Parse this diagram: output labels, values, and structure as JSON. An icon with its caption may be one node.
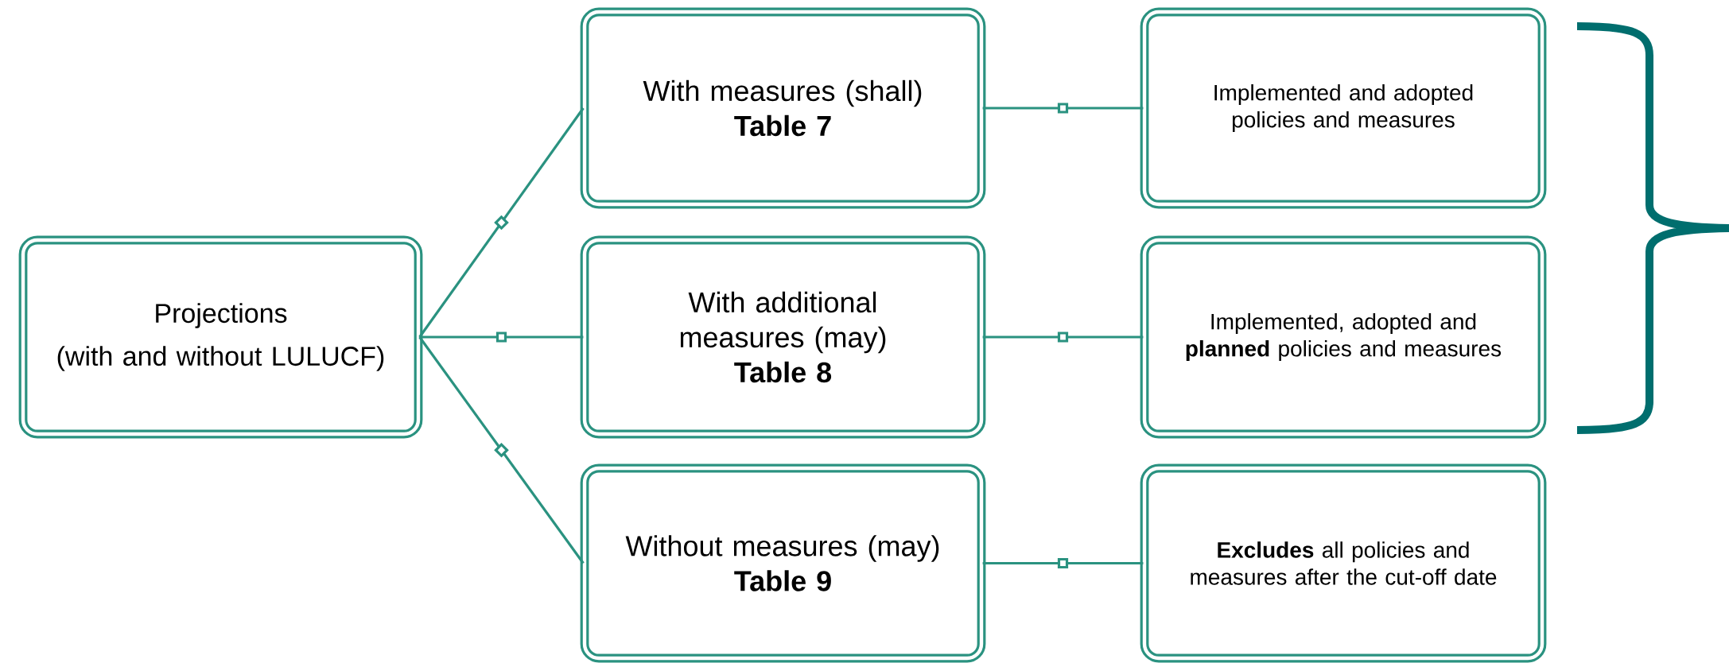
{
  "diagram": {
    "nodes": [
      {
        "text": [
          "Projections",
          "(with and without LULUCF)"
        ]
      },
      {
        "text": [
          "With measures (shall)",
          "Table 7"
        ]
      },
      {
        "text": [
          "With additional measures (may)",
          "Table 8"
        ]
      },
      {
        "text": [
          "Without measures (may)",
          "Table 9"
        ]
      },
      {
        "text": [
          "Implemented and adopted policies and measures"
        ]
      },
      {
        "text": [
          "Implemented, adopted and **planned** policies and measures"
        ]
      },
      {
        "text": [
          "**Excludes** all policies and measures after the cut-off date"
        ]
      }
    ],
    "edges": [
      {
        "from": 0,
        "to": 1,
        "arrow": "none"
      },
      {
        "from": 0,
        "to": 2,
        "arrow": "none"
      },
      {
        "from": 0,
        "to": 3,
        "arrow": "none"
      },
      {
        "from": 1,
        "to": 4,
        "arrow": "none"
      },
      {
        "from": 2,
        "to": 5,
        "arrow": "none"
      },
      {
        "from": 3,
        "to": 6,
        "arrow": "none"
      }
    ]
  }
}
